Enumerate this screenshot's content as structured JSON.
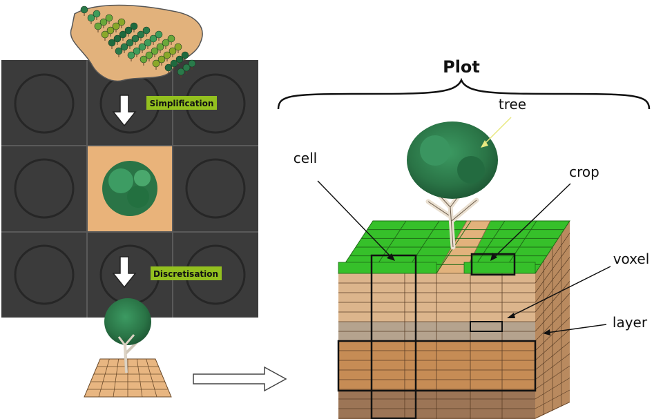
{
  "step_labels": {
    "simplification": "Simplification",
    "discretisation": "Discretisation"
  },
  "plot_title": "Plot",
  "callouts": {
    "tree": "tree",
    "cell": "cell",
    "crop": "crop",
    "voxel": "voxel",
    "layer": "layer"
  },
  "colors": {
    "grid_bg": "#3b3b3b",
    "grid_line": "#5a5a5a",
    "center_cell": "#e9b37a",
    "label_bg": "#93c01f",
    "crop_green": "#36c02a",
    "canopy": "#2e7d4f",
    "soil_light": "#dcb58c",
    "soil_grey": "#b5a38e",
    "soil_mid": "#c68c55",
    "soil_dark": "#9c7556"
  },
  "grid": {
    "rows": 3,
    "columns": 3
  }
}
